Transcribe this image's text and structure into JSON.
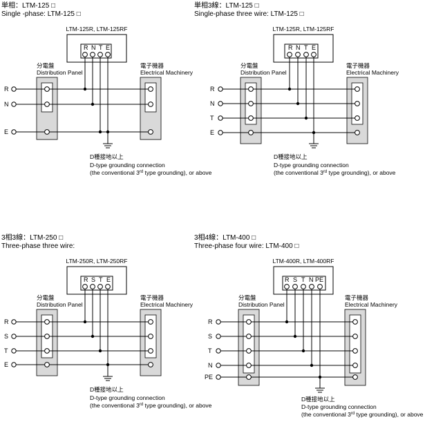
{
  "diagrams": [
    {
      "title_jp": "単相：LTM-125 □",
      "title_en": "Single -phase: LTM-125 □",
      "model": "LTM-125R, LTM-125RF",
      "terminals": [
        "R",
        "N",
        "T",
        "E"
      ],
      "lines": [
        "R",
        "N",
        "E"
      ],
      "left_panel_jp": "分電盤",
      "left_panel_en": "Distribution Panel",
      "right_panel_jp": "電子機器",
      "right_panel_en": "Electrical Machinery",
      "ground_jp": "D種接地以上",
      "ground_en": "D-type grounding connection",
      "ground_note_pre": "(the conventional 3",
      "ground_note_sup": "rd",
      "ground_note_post": " type grounding), or above"
    },
    {
      "title_jp": "単相3線：LTM-125 □",
      "title_en": "Single-phase three wire: LTM-125 □",
      "model": "LTM-125R, LTM-125RF",
      "terminals": [
        "R",
        "N",
        "T",
        "E"
      ],
      "lines": [
        "R",
        "N",
        "T",
        "E"
      ],
      "left_panel_jp": "分電盤",
      "left_panel_en": "Distribution Panel",
      "right_panel_jp": "電子機器",
      "right_panel_en": "Electrical Machinery",
      "ground_jp": "D種接地以上",
      "ground_en": "D-type grounding connection",
      "ground_note_pre": "(the conventional 3",
      "ground_note_sup": "rd",
      "ground_note_post": " type grounding), or above"
    },
    {
      "title_jp": "3相3線：LTM-250 □",
      "title_en": "Three-phase three wire:",
      "model": "LTM-250R, LTM-250RF",
      "terminals": [
        "R",
        "S",
        "T",
        "E"
      ],
      "lines": [
        "R",
        "S",
        "T",
        "E"
      ],
      "left_panel_jp": "分電盤",
      "left_panel_en": "Distribution Panel",
      "right_panel_jp": "電子機器",
      "right_panel_en": "Electrical Machinery",
      "ground_jp": "D種接地以上",
      "ground_en": "D-type grounding connection",
      "ground_note_pre": "(the conventional 3",
      "ground_note_sup": "rd",
      "ground_note_post": " type grounding), or above"
    },
    {
      "title_jp": "3相4線：LTM-400 □",
      "title_en": "Three-phase four wire: LTM-400 □",
      "model": "LTM-400R, LTM-400RF",
      "terminals": [
        "R",
        "S",
        "T",
        "N",
        "PE"
      ],
      "lines": [
        "R",
        "S",
        "T",
        "N",
        "PE"
      ],
      "left_panel_jp": "分電盤",
      "left_panel_en": "Distribution Panel",
      "right_panel_jp": "電子機器",
      "right_panel_en": "Electrical Machinery",
      "ground_jp": "D種接地以上",
      "ground_en": "D-type grounding connection",
      "ground_note_pre": "(the conventional 3",
      "ground_note_sup": "rd",
      "ground_note_post": " type grounding), or above"
    }
  ]
}
